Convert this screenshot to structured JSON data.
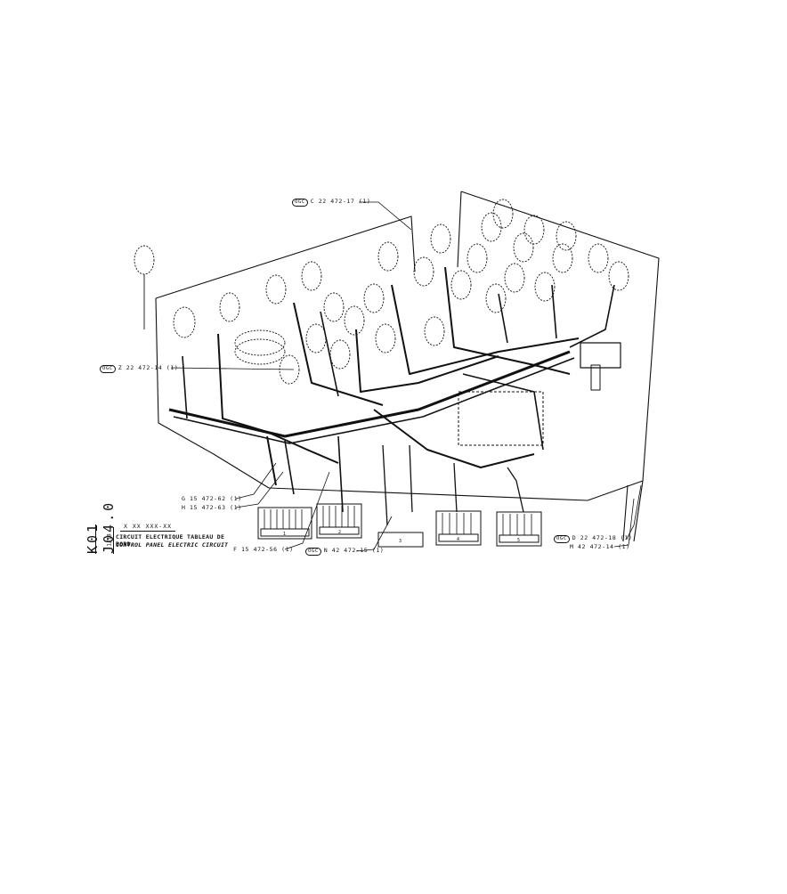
{
  "drawing": {
    "ref_vertical": "K01 J04.0",
    "title_code": "X XX XXX-XX",
    "title_fr": "CIRCUIT ELECTRIQUE TABLEAU DE BORD",
    "title_en": "CONTROL PANEL ELECTRIC CIRCUIT",
    "title_side": "1/18"
  },
  "callouts": {
    "ogc_badge": "OGC",
    "c": "C 22 472-17 (1)",
    "z": "Z 22 472-14 (1)",
    "g": "G 15 472-62 (1)",
    "h": "H 15 472-63 (1)",
    "f": "F 15 472-56 (1)",
    "n": "N 42 472-15 (1)",
    "d": "D 22 472-18 (1)",
    "m": "M 42 472-14 (1)"
  },
  "connectors": [
    "1",
    "2",
    "3",
    "4",
    "5"
  ]
}
